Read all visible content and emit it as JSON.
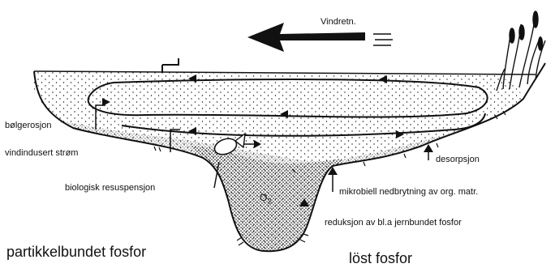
{
  "labels": {
    "wind_direction": "Vindretn.",
    "wave_erosion": "bølgerosjon",
    "wind_current": "vindindusert strøm",
    "bio_resuspension": "biologisk resuspensjon",
    "desorption": "desorpsjon",
    "microbial_breakdown": "mikrobiell nedbrytning av org. matr.",
    "reduction": "reduksjon av bl.a jernbundet fosfor",
    "oxygen": "O",
    "oxygen_sub": "2",
    "particle_bound": "partikkelbundet fosfor",
    "dissolved": "löst fosfor"
  },
  "colors": {
    "ink": "#111111",
    "background": "#ffffff"
  },
  "icons": [
    "wind-arrow-icon",
    "water-surface-marker-icon",
    "fish-icon",
    "reeds-icon"
  ]
}
